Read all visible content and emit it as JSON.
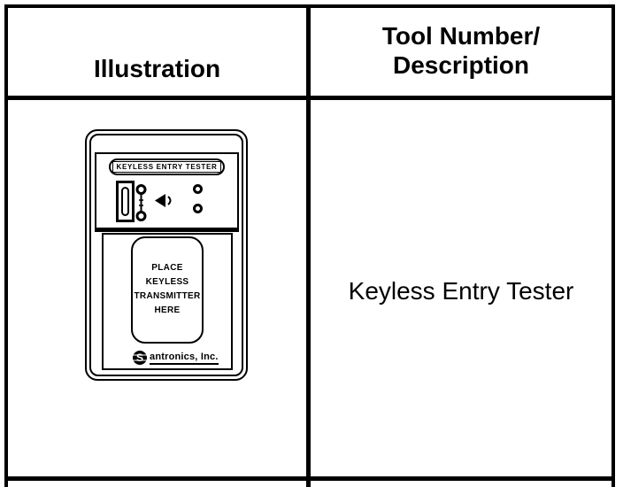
{
  "table": {
    "header": {
      "illustration": "Illustration",
      "tool_number_line1": "Tool Number/",
      "tool_number_line2": "Description"
    },
    "row": {
      "description": "Keyless Entry Tester"
    }
  },
  "device": {
    "nameplate": "KEYLESS ENTRY TESTER",
    "pad_lines": [
      "PLACE",
      "KEYLESS",
      "TRANSMITTER",
      "HERE"
    ],
    "logo": {
      "initial": "S",
      "company": "antronics, Inc."
    }
  },
  "icons": {
    "switch": "power-switch-icon",
    "terminals": "test-terminals-icon",
    "speaker": "speaker-icon",
    "leds": "led-indicator-icon",
    "logo_mark": "sphere-s-logo-icon"
  },
  "colors": {
    "ink": "#000000",
    "paper": "#ffffff"
  }
}
